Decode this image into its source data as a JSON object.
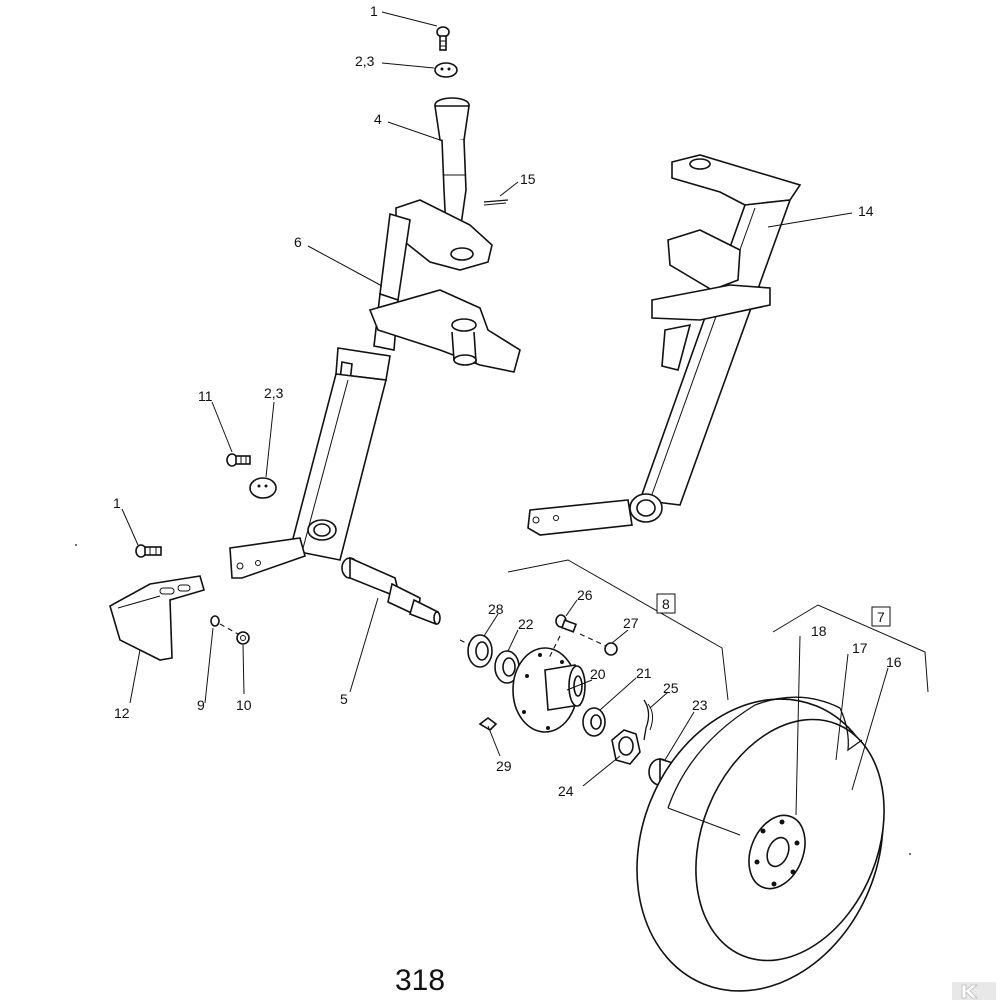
{
  "diagram": {
    "page_number": "318",
    "callouts": {
      "c1_top": "1",
      "c23_top": "2,3",
      "c4": "4",
      "c15": "15",
      "c14": "14",
      "c6": "6",
      "c11": "11",
      "c23_mid": "2,3",
      "c1_left": "1",
      "c12": "12",
      "c9": "9",
      "c10": "10",
      "c5": "5",
      "c28": "28",
      "c26": "26",
      "c8": "8",
      "c22": "22",
      "c27": "27",
      "c20": "20",
      "c21": "21",
      "c25": "25",
      "c29": "29",
      "c24": "24",
      "c23": "23",
      "c7": "7",
      "c18": "18",
      "c17": "17",
      "c16": "16"
    }
  }
}
